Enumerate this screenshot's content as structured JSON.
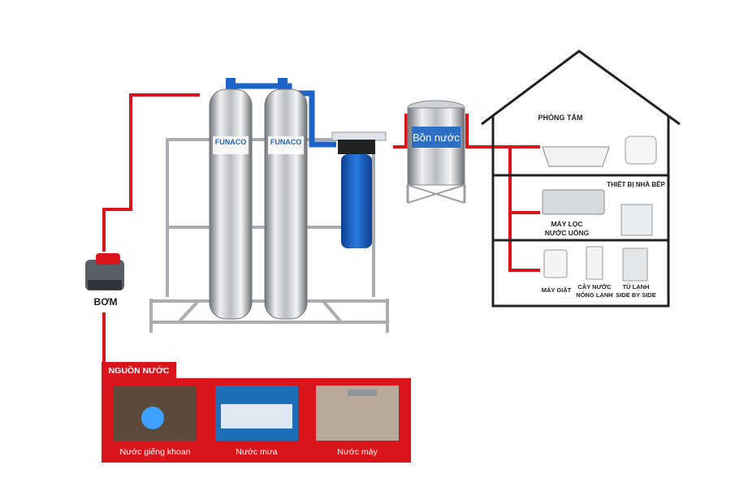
{
  "pump": {
    "label": "BƠM"
  },
  "filters": {
    "brand": "FUNACO"
  },
  "tank": {
    "label": "Bồn nước"
  },
  "house": {
    "bathroom": "PHÒNG TẮM",
    "kitchen": "THIẾT BỊ NHÀ BẾP",
    "ro_line1": "MÁY LỌC",
    "ro_line2": "NƯỚC UỐNG",
    "washer": "MÁY GIẶT",
    "dispenser_line1": "CÂY NƯỚC",
    "dispenser_line2": "NÓNG LẠNH",
    "fridge_line1": "TỦ LẠNH",
    "fridge_line2": "SIDE BY SIDE"
  },
  "sources": {
    "title": "NGUỒN NƯỚC",
    "items": [
      {
        "label": "Nước giếng khoan"
      },
      {
        "label": "Nước mưa"
      },
      {
        "label": "Nước máy"
      }
    ]
  },
  "colors": {
    "pipe": "#d9141b",
    "blue_pipe": "#1d63c8",
    "steel": "#c9ccd1"
  }
}
